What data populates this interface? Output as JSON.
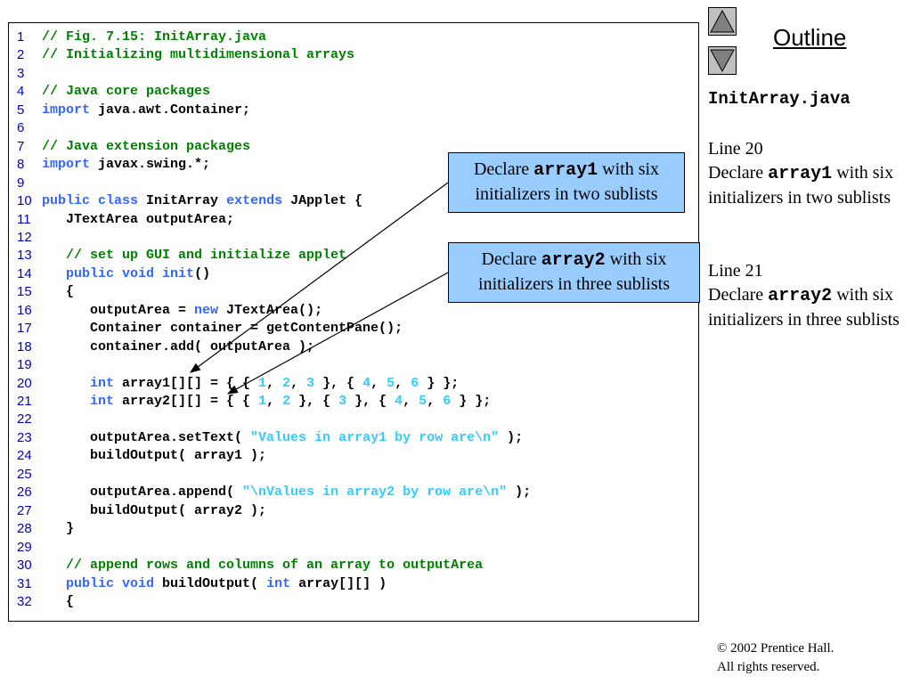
{
  "outline_label": "Outline",
  "nav": {
    "up_icon": "triangle-up-icon",
    "down_icon": "triangle-down-icon"
  },
  "sidebar": {
    "filename": "InitArray.java",
    "notes": [
      {
        "line": "Line 20",
        "pre": "Declare ",
        "code": "array1",
        "post": " with six initializers in two sublists"
      },
      {
        "line": "Line 21",
        "pre": "Declare ",
        "code": "array2",
        "post": " with six initializers in three sublists"
      }
    ]
  },
  "callouts": [
    {
      "pre": "Declare ",
      "code": "array1",
      "post": " with six initializers in two sublists"
    },
    {
      "pre": "Declare ",
      "code": "array2",
      "post": " with six initializers in three sublists"
    }
  ],
  "code_lines": [
    {
      "n": "1",
      "tokens": [
        [
          "comment",
          "// Fig. 7.15: InitArray.java"
        ]
      ]
    },
    {
      "n": "2",
      "tokens": [
        [
          "comment",
          "// Initializing multidimensional arrays"
        ]
      ]
    },
    {
      "n": "3",
      "tokens": []
    },
    {
      "n": "4",
      "tokens": [
        [
          "comment",
          "// Java core packages"
        ]
      ]
    },
    {
      "n": "5",
      "tokens": [
        [
          "keyword",
          "import"
        ],
        [
          "plain",
          " java.awt.Container;"
        ]
      ]
    },
    {
      "n": "6",
      "tokens": []
    },
    {
      "n": "7",
      "tokens": [
        [
          "comment",
          "// Java extension packages"
        ]
      ]
    },
    {
      "n": "8",
      "tokens": [
        [
          "keyword",
          "import"
        ],
        [
          "plain",
          " javax.swing.*;"
        ]
      ]
    },
    {
      "n": "9",
      "tokens": []
    },
    {
      "n": "10",
      "tokens": [
        [
          "keyword",
          "public class"
        ],
        [
          "plain",
          " InitArray "
        ],
        [
          "keyword",
          "extends"
        ],
        [
          "plain",
          " JApplet {"
        ]
      ]
    },
    {
      "n": "11",
      "tokens": [
        [
          "plain",
          "   JTextArea outputArea;"
        ]
      ]
    },
    {
      "n": "12",
      "tokens": []
    },
    {
      "n": "13",
      "tokens": [
        [
          "comment",
          "   // set up GUI and initialize applet"
        ]
      ]
    },
    {
      "n": "14",
      "tokens": [
        [
          "keyword",
          "   public void"
        ],
        [
          "plain",
          " "
        ],
        [
          "keyword",
          "init"
        ],
        [
          "plain",
          "()"
        ]
      ]
    },
    {
      "n": "15",
      "tokens": [
        [
          "plain",
          "   {"
        ]
      ]
    },
    {
      "n": "16",
      "tokens": [
        [
          "plain",
          "      outputArea = "
        ],
        [
          "keyword",
          "new"
        ],
        [
          "plain",
          " JTextArea();"
        ]
      ]
    },
    {
      "n": "17",
      "tokens": [
        [
          "plain",
          "      Container container = getContentPane();"
        ]
      ]
    },
    {
      "n": "18",
      "tokens": [
        [
          "plain",
          "      container.add( outputArea );"
        ]
      ]
    },
    {
      "n": "19",
      "tokens": []
    },
    {
      "n": "20",
      "tokens": [
        [
          "keyword",
          "      int"
        ],
        [
          "plain",
          " array1[][] = { { "
        ],
        [
          "number",
          "1"
        ],
        [
          "plain",
          ", "
        ],
        [
          "number",
          "2"
        ],
        [
          "plain",
          ", "
        ],
        [
          "number",
          "3"
        ],
        [
          "plain",
          " }, { "
        ],
        [
          "number",
          "4"
        ],
        [
          "plain",
          ", "
        ],
        [
          "number",
          "5"
        ],
        [
          "plain",
          ", "
        ],
        [
          "number",
          "6"
        ],
        [
          "plain",
          " } };"
        ]
      ]
    },
    {
      "n": "21",
      "tokens": [
        [
          "keyword",
          "      int"
        ],
        [
          "plain",
          " array2[][] = { { "
        ],
        [
          "number",
          "1"
        ],
        [
          "plain",
          ", "
        ],
        [
          "number",
          "2"
        ],
        [
          "plain",
          " }, { "
        ],
        [
          "number",
          "3"
        ],
        [
          "plain",
          " }, { "
        ],
        [
          "number",
          "4"
        ],
        [
          "plain",
          ", "
        ],
        [
          "number",
          "5"
        ],
        [
          "plain",
          ", "
        ],
        [
          "number",
          "6"
        ],
        [
          "plain",
          " } };"
        ]
      ]
    },
    {
      "n": "22",
      "tokens": []
    },
    {
      "n": "23",
      "tokens": [
        [
          "plain",
          "      outputArea.setText( "
        ],
        [
          "string",
          "\"Values in array1 by row are\\n\""
        ],
        [
          "plain",
          " );"
        ]
      ]
    },
    {
      "n": "24",
      "tokens": [
        [
          "plain",
          "      buildOutput( array1 );"
        ]
      ]
    },
    {
      "n": "25",
      "tokens": []
    },
    {
      "n": "26",
      "tokens": [
        [
          "plain",
          "      outputArea.append( "
        ],
        [
          "string",
          "\"\\nValues in array2 by row are\\n\""
        ],
        [
          "plain",
          " );"
        ]
      ]
    },
    {
      "n": "27",
      "tokens": [
        [
          "plain",
          "      buildOutput( array2 );"
        ]
      ]
    },
    {
      "n": "28",
      "tokens": [
        [
          "plain",
          "   }"
        ]
      ]
    },
    {
      "n": "29",
      "tokens": []
    },
    {
      "n": "30",
      "tokens": [
        [
          "comment",
          "   // append rows and columns of an array to outputArea"
        ]
      ]
    },
    {
      "n": "31",
      "tokens": [
        [
          "keyword",
          "   public void"
        ],
        [
          "plain",
          " buildOutput( "
        ],
        [
          "keyword",
          "int"
        ],
        [
          "plain",
          " array[][] )"
        ]
      ]
    },
    {
      "n": "32",
      "tokens": [
        [
          "plain",
          "   {"
        ]
      ]
    }
  ],
  "copyright": {
    "symbol": "©",
    "line1": " 2002 Prentice Hall.",
    "line2": "All rights reserved."
  }
}
